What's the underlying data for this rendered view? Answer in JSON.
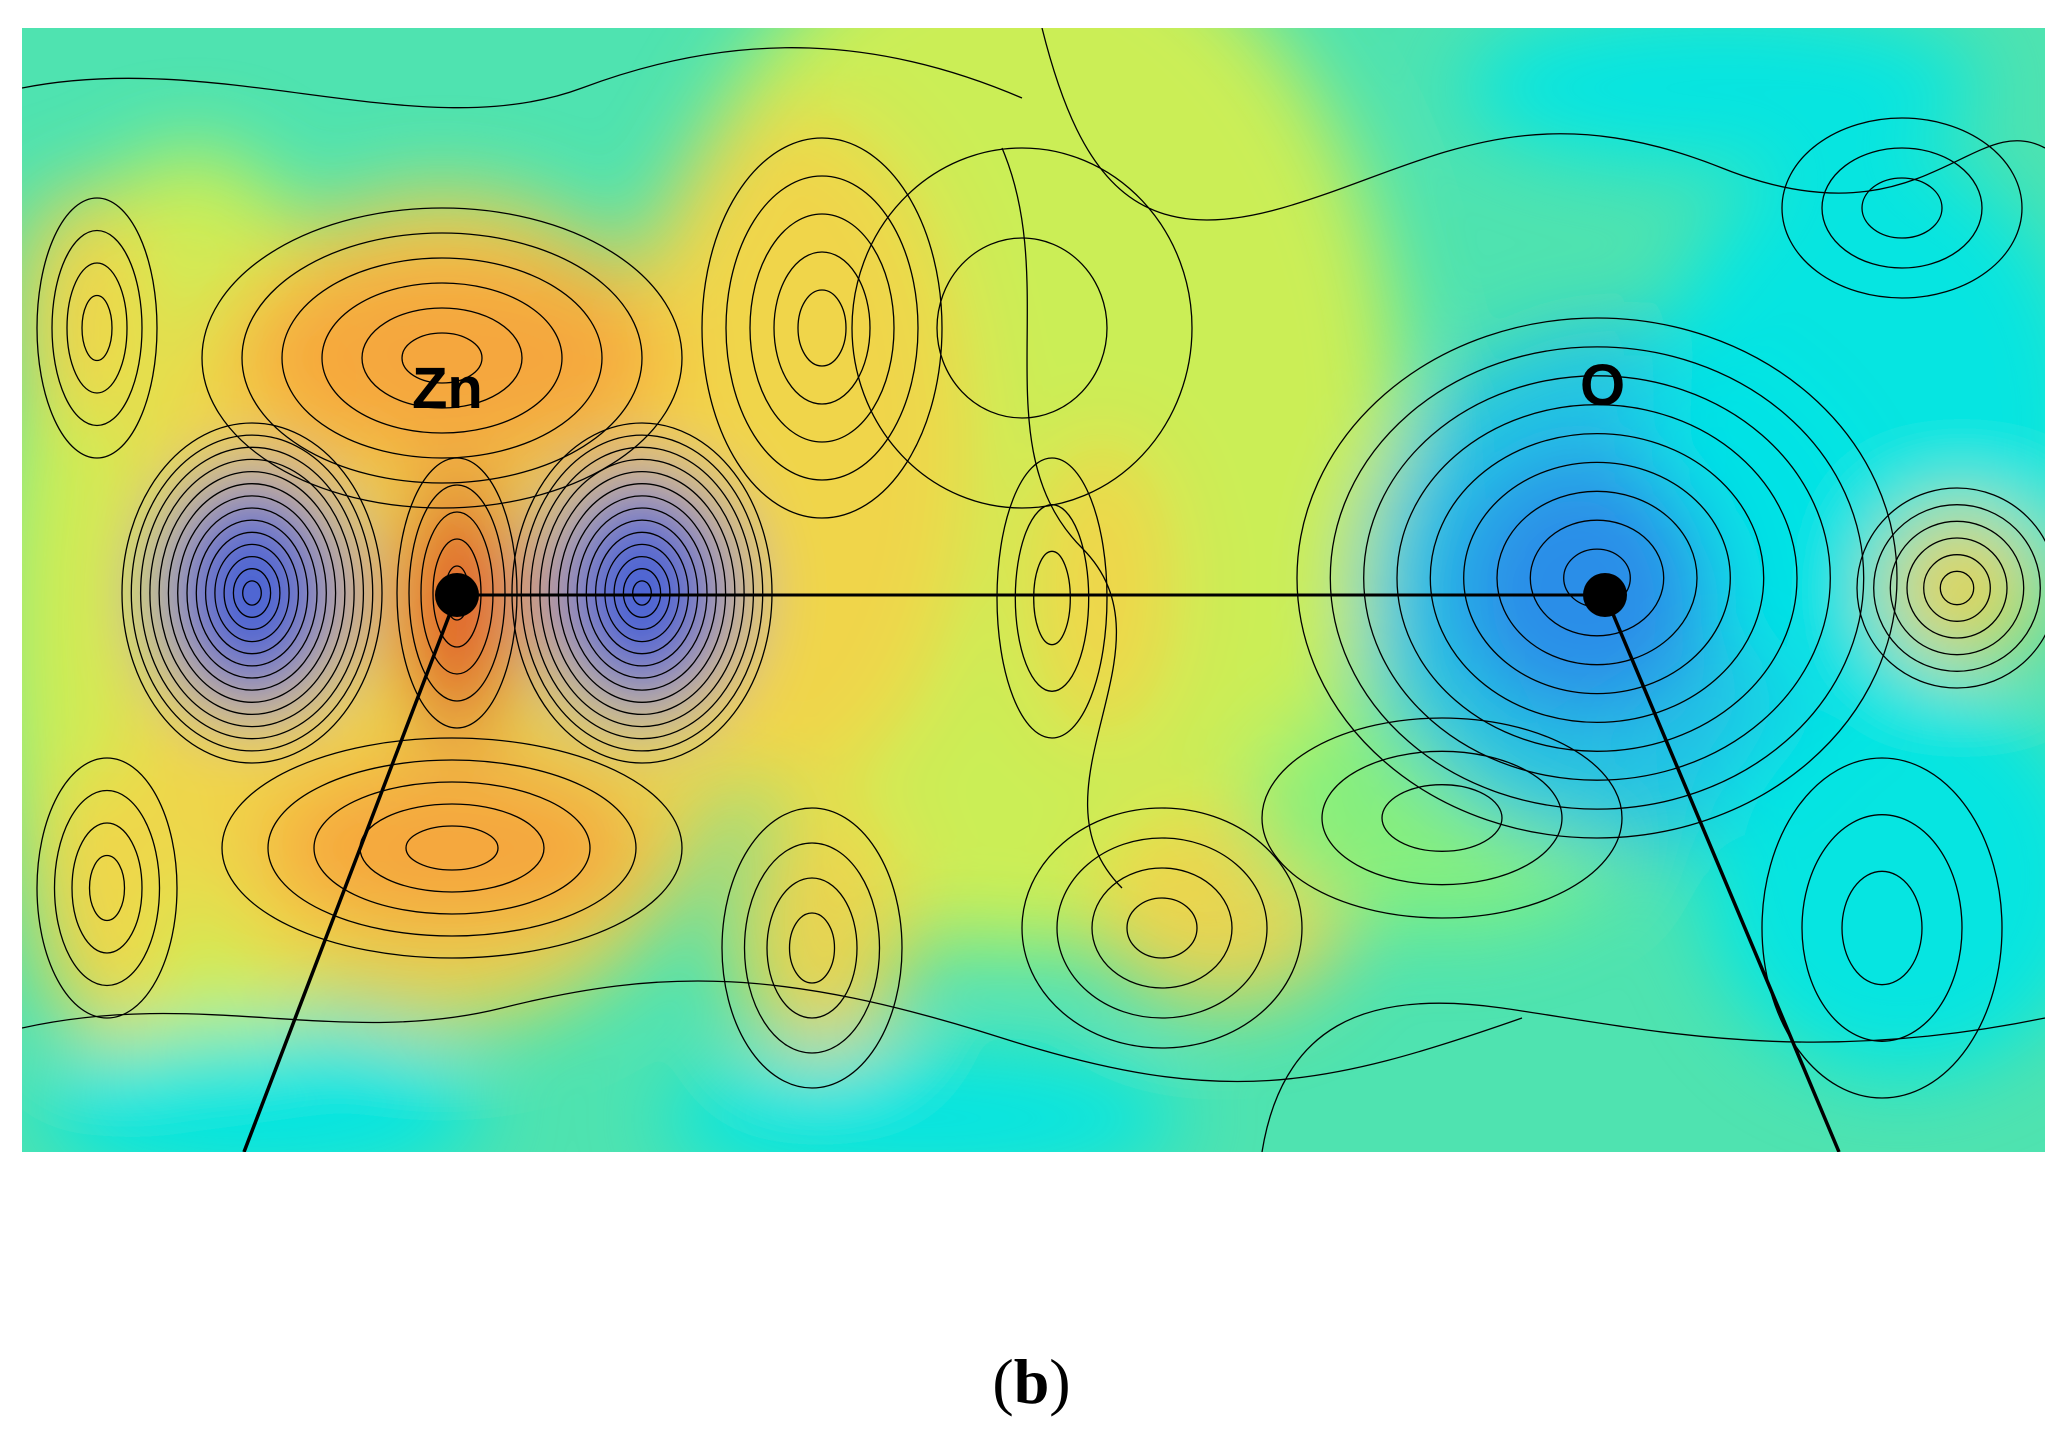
{
  "figure": {
    "atom_labels": [
      {
        "element": "Zn"
      },
      {
        "element": "O"
      }
    ],
    "caption": {
      "open": "(",
      "letter": "b",
      "close": ")"
    },
    "colormap": [
      "#00e5e5",
      "#3bd6b8",
      "#8af07a",
      "#d6ef4e",
      "#f3d24a",
      "#f6a43c",
      "#ef6a2e",
      "#e03a1f"
    ],
    "negative_colormap": [
      "#8af07a",
      "#2de0c8",
      "#1fc0e8",
      "#2a8ae8",
      "#3c5ae0",
      "#4a3ad8"
    ],
    "contour_color": "#000000",
    "marker_color": "#000000"
  }
}
